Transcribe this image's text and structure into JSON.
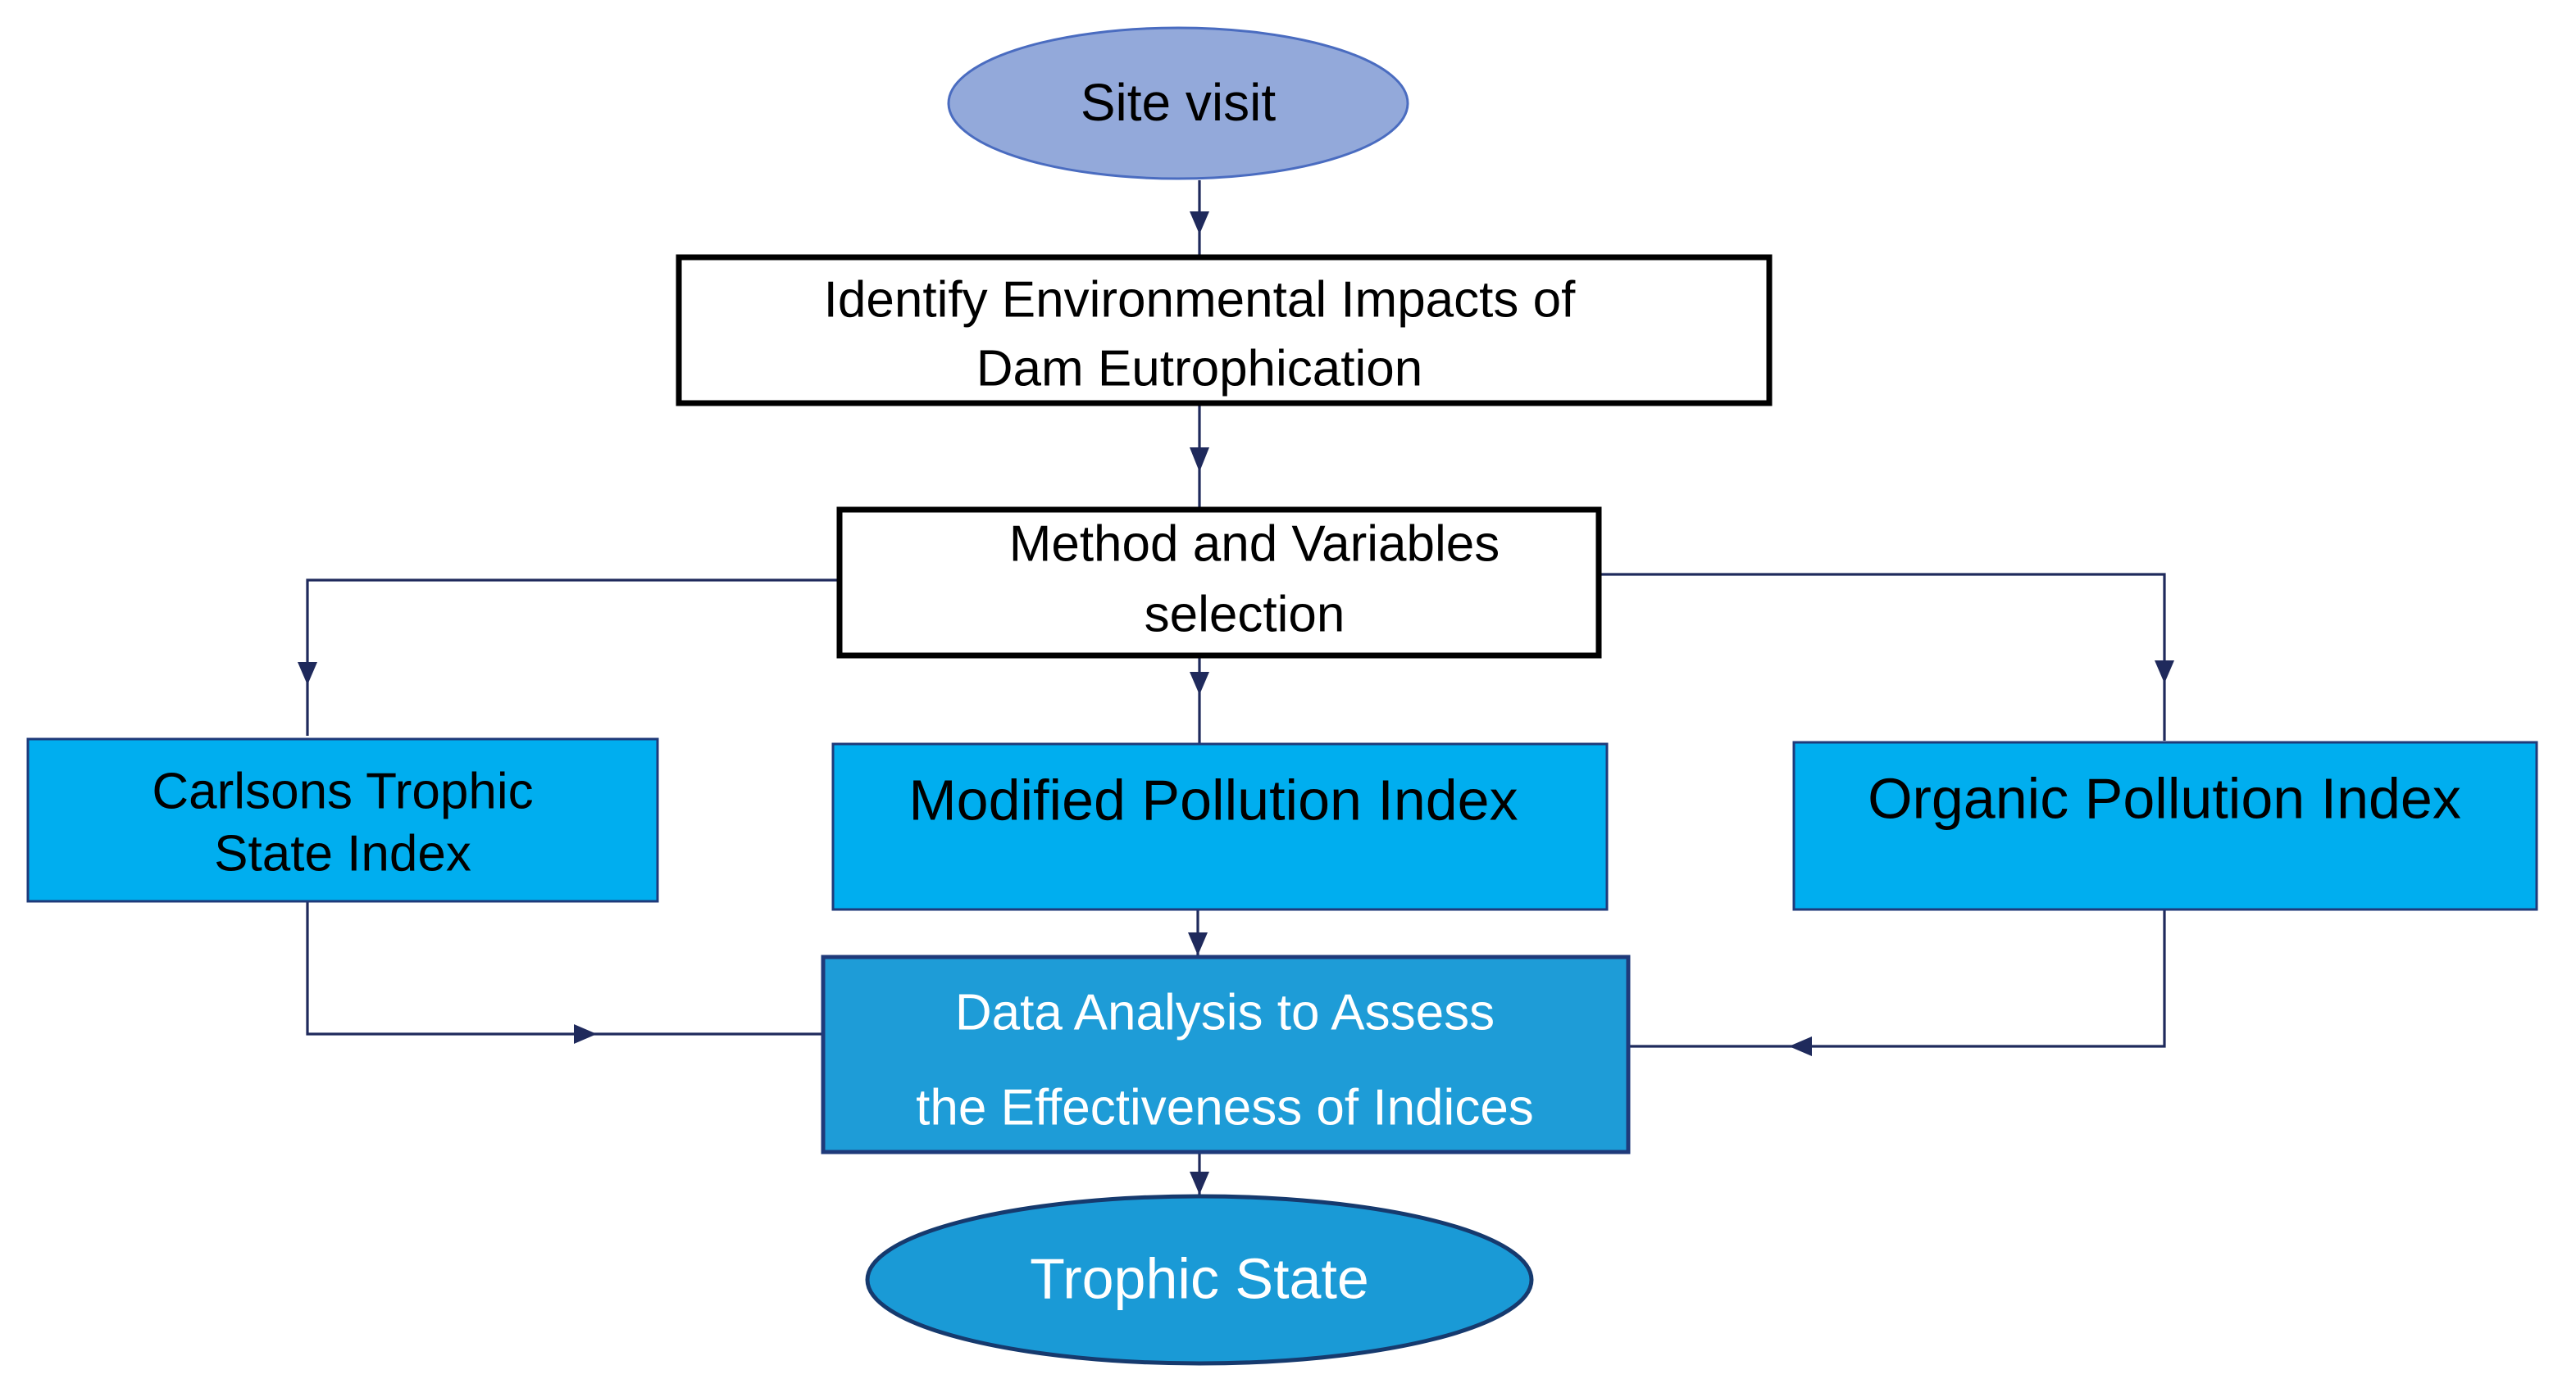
{
  "nodes": {
    "site_visit": {
      "label": "Site visit"
    },
    "identify_impacts": {
      "lines": [
        "Identify Environmental Impacts of",
        "Dam Eutrophication"
      ]
    },
    "method_selection": {
      "lines": [
        "Method and Variables",
        "selection"
      ]
    },
    "carlsons_index": {
      "lines": [
        "Carlsons Trophic",
        "State Index"
      ]
    },
    "modified_pollution_index": {
      "label": "Modified Pollution Index"
    },
    "organic_pollution_index": {
      "label": "Organic Pollution Index"
    },
    "data_analysis": {
      "lines": [
        "Data Analysis to Assess",
        "the Effectiveness of Indices"
      ]
    },
    "trophic_state": {
      "label": "Trophic State"
    }
  },
  "colors": {
    "ellipse_light_fill": "#93a9da",
    "ellipse_light_stroke": "#4a6cc0",
    "index_box_fill": "#00aeef",
    "index_box_stroke": "#1f3a7a",
    "analysis_box_fill": "#1e9cd7",
    "analysis_box_stroke": "#1f3a7a",
    "trophic_fill": "#1a9ad6",
    "trophic_stroke": "#163a6e",
    "connector": "#1f2a5c",
    "white_box_stroke": "#000000",
    "dark_text": "#000000",
    "light_text": "#ffffff"
  }
}
